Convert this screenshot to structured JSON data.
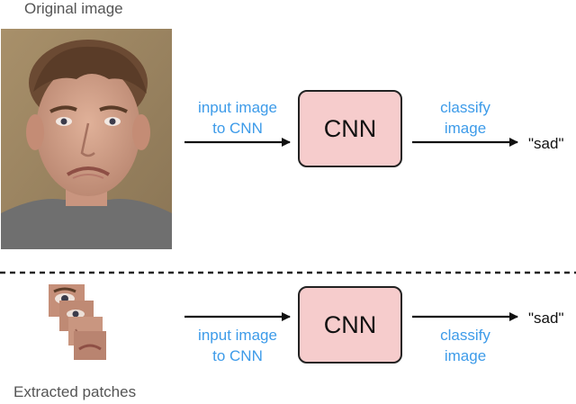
{
  "top": {
    "caption": "Original image",
    "arrow1_label": [
      "input image",
      "to CNN"
    ],
    "node_label": "CNN",
    "arrow2_label": [
      "classify",
      "image"
    ],
    "output": "\"sad\""
  },
  "bottom": {
    "caption": "Extracted patches",
    "arrow1_label": [
      "input image",
      "to CNN"
    ],
    "node_label": "CNN",
    "arrow2_label": [
      "classify",
      "image"
    ],
    "output": "\"sad\""
  },
  "colors": {
    "label_blue": "#3d9be9",
    "node_fill": "#f6cccc",
    "node_border": "#222222"
  }
}
